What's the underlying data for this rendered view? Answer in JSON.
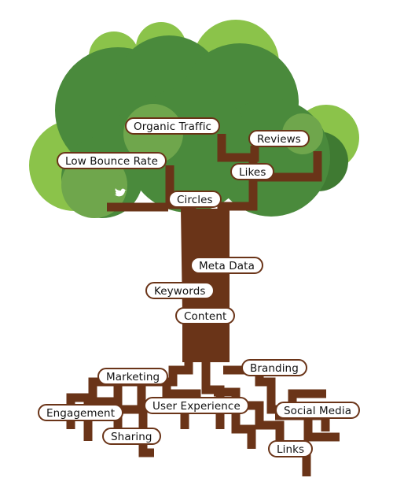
{
  "colors": {
    "trunk": "#6a3418",
    "canopy_dark": "#4a8a3c",
    "canopy_mid": "#6fa64c",
    "canopy_light": "#8bc34a",
    "pill_border": "#6a3418",
    "pill_fill": "#ffffff",
    "text": "#111111"
  },
  "icons": [
    "twitter-bird-icon"
  ],
  "labels": {
    "organic_traffic": "Organic Traffic",
    "reviews": "Reviews",
    "low_bounce_rate": "Low Bounce Rate",
    "likes": "Likes",
    "circles": "Circles",
    "meta_data": "Meta Data",
    "keywords": "Keywords",
    "content": "Content",
    "marketing": "Marketing",
    "branding": "Branding",
    "engagement": "Engagement",
    "user_experience": "User Experience",
    "social_media": "Social Media",
    "sharing": "Sharing",
    "links": "Links"
  }
}
